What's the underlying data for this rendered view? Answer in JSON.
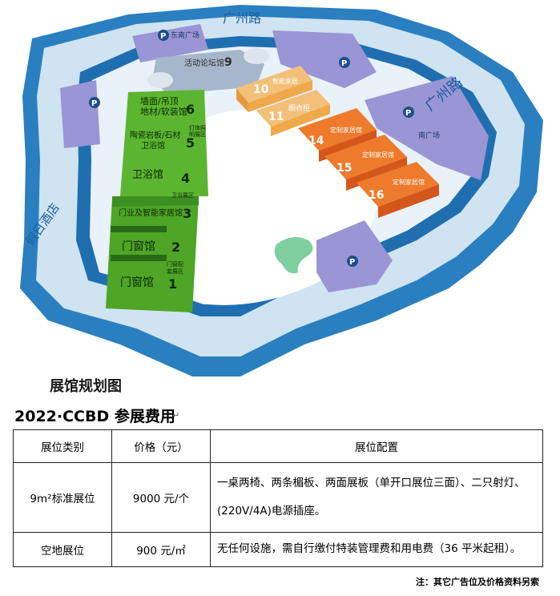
{
  "map": {
    "road_top": "广州路",
    "road_right": "广州路",
    "hotel": "假日酒店",
    "parking_east_plaza": "东南广场",
    "south_plaza": "南广场",
    "forum": {
      "name": "活动论坛馆",
      "num": "9",
      "unit": "馆"
    },
    "halls": [
      {
        "num": "1",
        "unit": "馆",
        "name": "门窗馆"
      },
      {
        "num": "2",
        "unit": "馆",
        "name": "门窗馆"
      },
      {
        "num": "3",
        "unit": "馆",
        "name": "门业及智能家居馆"
      },
      {
        "num": "4",
        "unit": "馆",
        "name": "卫浴馆"
      },
      {
        "num": "5",
        "unit": "馆",
        "name": "陶瓷岩板/石材\n卫浴馆"
      },
      {
        "num": "6",
        "unit": "馆",
        "name": "墙面/吊顶\n地材/软装馆"
      },
      {
        "num": "10",
        "unit": "馆",
        "name": "智能家居"
      },
      {
        "num": "11",
        "unit": "馆",
        "name": "橱衣柜"
      },
      {
        "num": "14",
        "unit": "馆",
        "name": "定制家居馆"
      },
      {
        "num": "15",
        "unit": "馆",
        "name": "定制家居馆"
      },
      {
        "num": "16",
        "unit": "馆",
        "name": "定制家居馆"
      }
    ],
    "sub_areas": {
      "door_accessories": "门窗配\n套展区",
      "bath_area": "卫浴展区",
      "lighting": "灯饰照\n明展区"
    },
    "caption": "展馆规划图"
  },
  "fees": {
    "title": "2022·CCBD 参展费用",
    "headers": [
      "展位类别",
      "价格（元）",
      "展位配置"
    ],
    "rows": [
      {
        "type": "9m²标准展位",
        "price": "9000 元/个",
        "config": "一桌两椅、两条楣板、两面展板（单开口展位三面）、二只射灯、(220V/4A)电源插座。"
      },
      {
        "type": "空地展位",
        "price": "900 元/㎡",
        "config": "无任何设施，需自行缴付特装管理费和用电费（36 平米起租）。"
      }
    ],
    "note": "注：其它广告位及价格资料另索"
  },
  "colors": {
    "water": "#2a7fc0",
    "road": "#e9f2f8",
    "building_purple": "#9a95d4",
    "hall_green": "#5cb531",
    "hall_green_dark": "#3d8f1f",
    "hall_orange_light": "#f0a94a",
    "hall_orange": "#e9661a",
    "forum_grey": "#a6b7cb"
  }
}
